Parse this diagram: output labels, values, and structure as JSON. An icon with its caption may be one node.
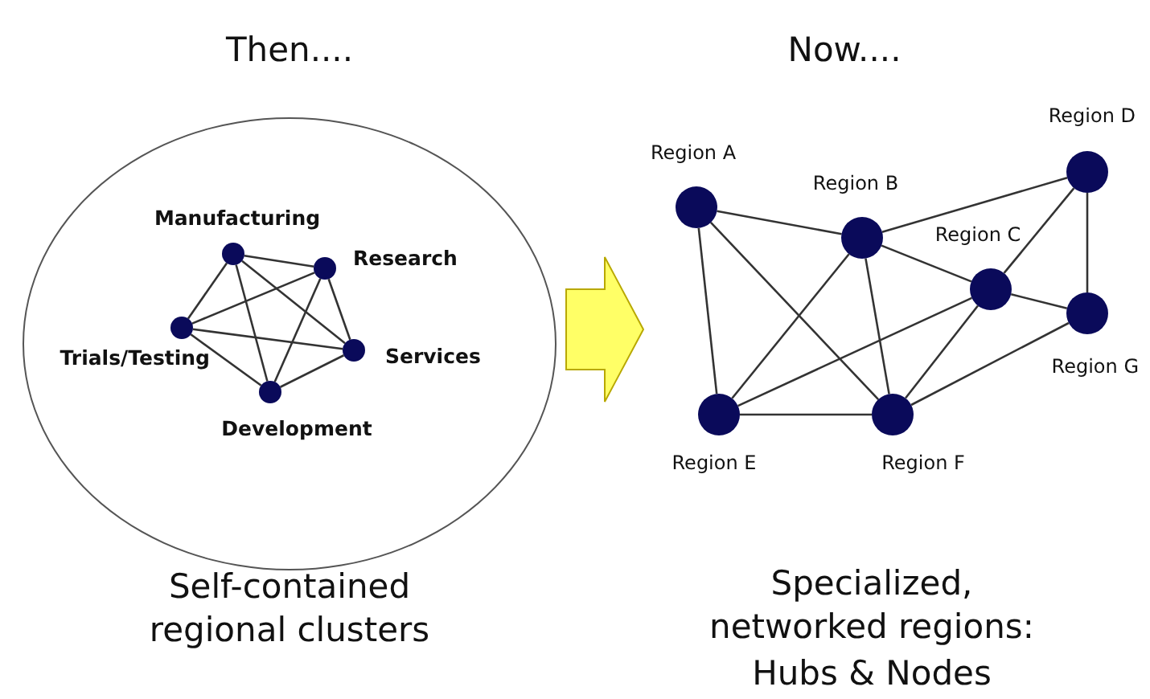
{
  "diagram": {
    "nodes": [
      {
        "text": [],
        "shape": "circle"
      },
      {
        "text": [
          "Manufacturing"
        ],
        "in": 0
      },
      {
        "text": [
          "Research"
        ],
        "in": 0
      },
      {
        "text": [
          "Services"
        ],
        "in": 0
      },
      {
        "text": [
          "Development"
        ],
        "in": 0
      },
      {
        "text": [
          "Trials/Testing"
        ],
        "in": 0
      },
      {
        "text": [
          "Region A"
        ]
      },
      {
        "text": [
          "Region B"
        ]
      },
      {
        "text": [
          "Region C"
        ]
      },
      {
        "text": [
          "Region D"
        ]
      },
      {
        "text": [
          "Region G"
        ]
      },
      {
        "text": [
          "Region E"
        ]
      },
      {
        "text": [
          "Region F"
        ]
      }
    ],
    "edges": [
      {
        "from": 1,
        "to": 2,
        "arrow": "none"
      },
      {
        "from": 1,
        "to": 3,
        "arrow": "none"
      },
      {
        "from": 1,
        "to": 4,
        "arrow": "none"
      },
      {
        "from": 1,
        "to": 5,
        "arrow": "none"
      },
      {
        "from": 2,
        "to": 3,
        "arrow": "none"
      },
      {
        "from": 2,
        "to": 4,
        "arrow": "none"
      },
      {
        "from": 2,
        "to": 5,
        "arrow": "none"
      },
      {
        "from": 3,
        "to": 4,
        "arrow": "none"
      },
      {
        "from": 3,
        "to": 5,
        "arrow": "none"
      },
      {
        "from": 4,
        "to": 5,
        "arrow": "none"
      },
      {
        "from": 6,
        "to": 7,
        "arrow": "none"
      },
      {
        "from": 6,
        "to": 11,
        "arrow": "none"
      },
      {
        "from": 6,
        "to": 12,
        "arrow": "none"
      },
      {
        "from": 7,
        "to": 9,
        "arrow": "none"
      },
      {
        "from": 7,
        "to": 8,
        "arrow": "none"
      },
      {
        "from": 7,
        "to": 11,
        "arrow": "none"
      },
      {
        "from": 7,
        "to": 12,
        "arrow": "none"
      },
      {
        "from": 8,
        "to": 9,
        "arrow": "none"
      },
      {
        "from": 8,
        "to": 10,
        "arrow": "none"
      },
      {
        "from": 8,
        "to": 11,
        "arrow": "none"
      },
      {
        "from": 8,
        "to": 12,
        "arrow": "none"
      },
      {
        "from": 9,
        "to": 10,
        "arrow": "none"
      },
      {
        "from": 10,
        "to": 12,
        "arrow": "none"
      },
      {
        "from": 11,
        "to": 12,
        "arrow": "none"
      },
      {
        "from": 0,
        "to": null,
        "arrow": "to",
        "style": "thick",
        "color": "#ffff66"
      }
    ],
    "labels": [
      "Then....",
      "Now....",
      "Self-contained regional clusters",
      "Specialized, networked regions:",
      "Hubs & Nodes"
    ]
  }
}
